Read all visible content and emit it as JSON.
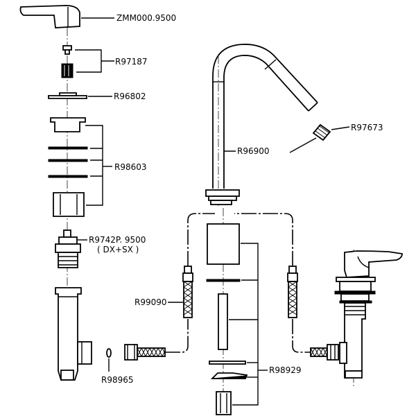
{
  "labels": {
    "handle": "ZMM000.9500",
    "screw_cap": "R97187",
    "disc": "R96802",
    "kit": "R98603",
    "cartridge_line1": "R9742P. 9500",
    "cartridge_line2": "( DX+SX )",
    "o_ring": "R98965",
    "hoses": "R99090",
    "spout": "R96900",
    "aerator": "R97673",
    "fixing_kit": "R98929"
  }
}
